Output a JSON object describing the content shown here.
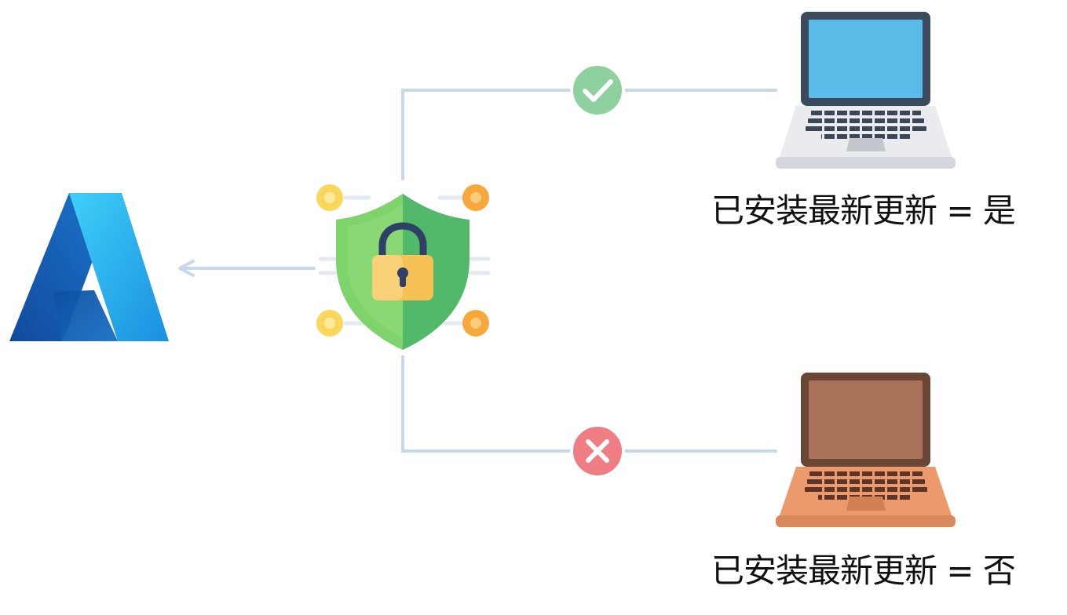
{
  "diagram": {
    "devices": [
      {
        "label": "已安装最新更新 = 是",
        "status": "allowed",
        "status_icon": "check-icon",
        "status_color": "#8fd19e",
        "screen_color": "#5bbcea",
        "device_color": "#f2f3f5"
      },
      {
        "label": "已安装最新更新 = 否",
        "status": "blocked",
        "status_icon": "close-icon",
        "status_color": "#ee7d84",
        "screen_color": "#a87158",
        "device_color": "#ec9a6b"
      }
    ],
    "icons": {
      "cloud_logo": "azure-logo-icon",
      "policy": "shield-lock-icon",
      "arrow": "arrow-left-icon"
    },
    "colors": {
      "connector": "#c8d8ec",
      "shield_light": "#7ed36a",
      "shield_dark": "#4fb36a",
      "lock": "#f6c255",
      "node_yellow": "#f8d75a",
      "node_orange": "#f6a93a",
      "azure_light": "#3cc8f5",
      "azure_dark": "#0a5fb0"
    }
  }
}
